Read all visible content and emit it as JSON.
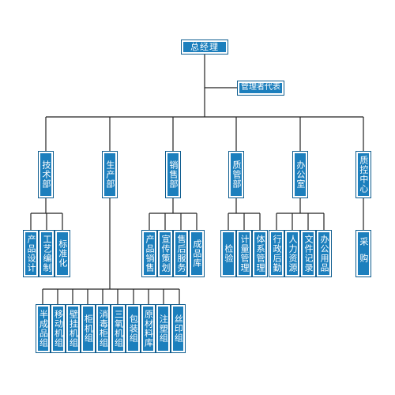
{
  "root": "总经理",
  "rep": "管理者代表",
  "departments": [
    {
      "label": "技术部",
      "children": [
        "产品设计",
        "工艺编制",
        "标准化"
      ]
    },
    {
      "label": "生产部",
      "children": [
        "半成品组",
        "移动机组",
        "壁挂机组",
        "柜机组",
        "消毒柜组",
        "三氧机组",
        "包装组",
        "原材料库",
        "注塑组",
        "丝印组"
      ]
    },
    {
      "label": "销售部",
      "children": [
        "产品销售",
        "宣传策划",
        "售后服务",
        "成品库"
      ]
    },
    {
      "label": "质管部",
      "children": [
        "检验",
        "计量管理",
        "体系管理"
      ]
    },
    {
      "label": "办公室",
      "children": [
        "行政后勤",
        "人力资源",
        "文件记录",
        "办公用品"
      ]
    },
    {
      "label": "质控中心",
      "children": [
        "采购"
      ]
    }
  ]
}
